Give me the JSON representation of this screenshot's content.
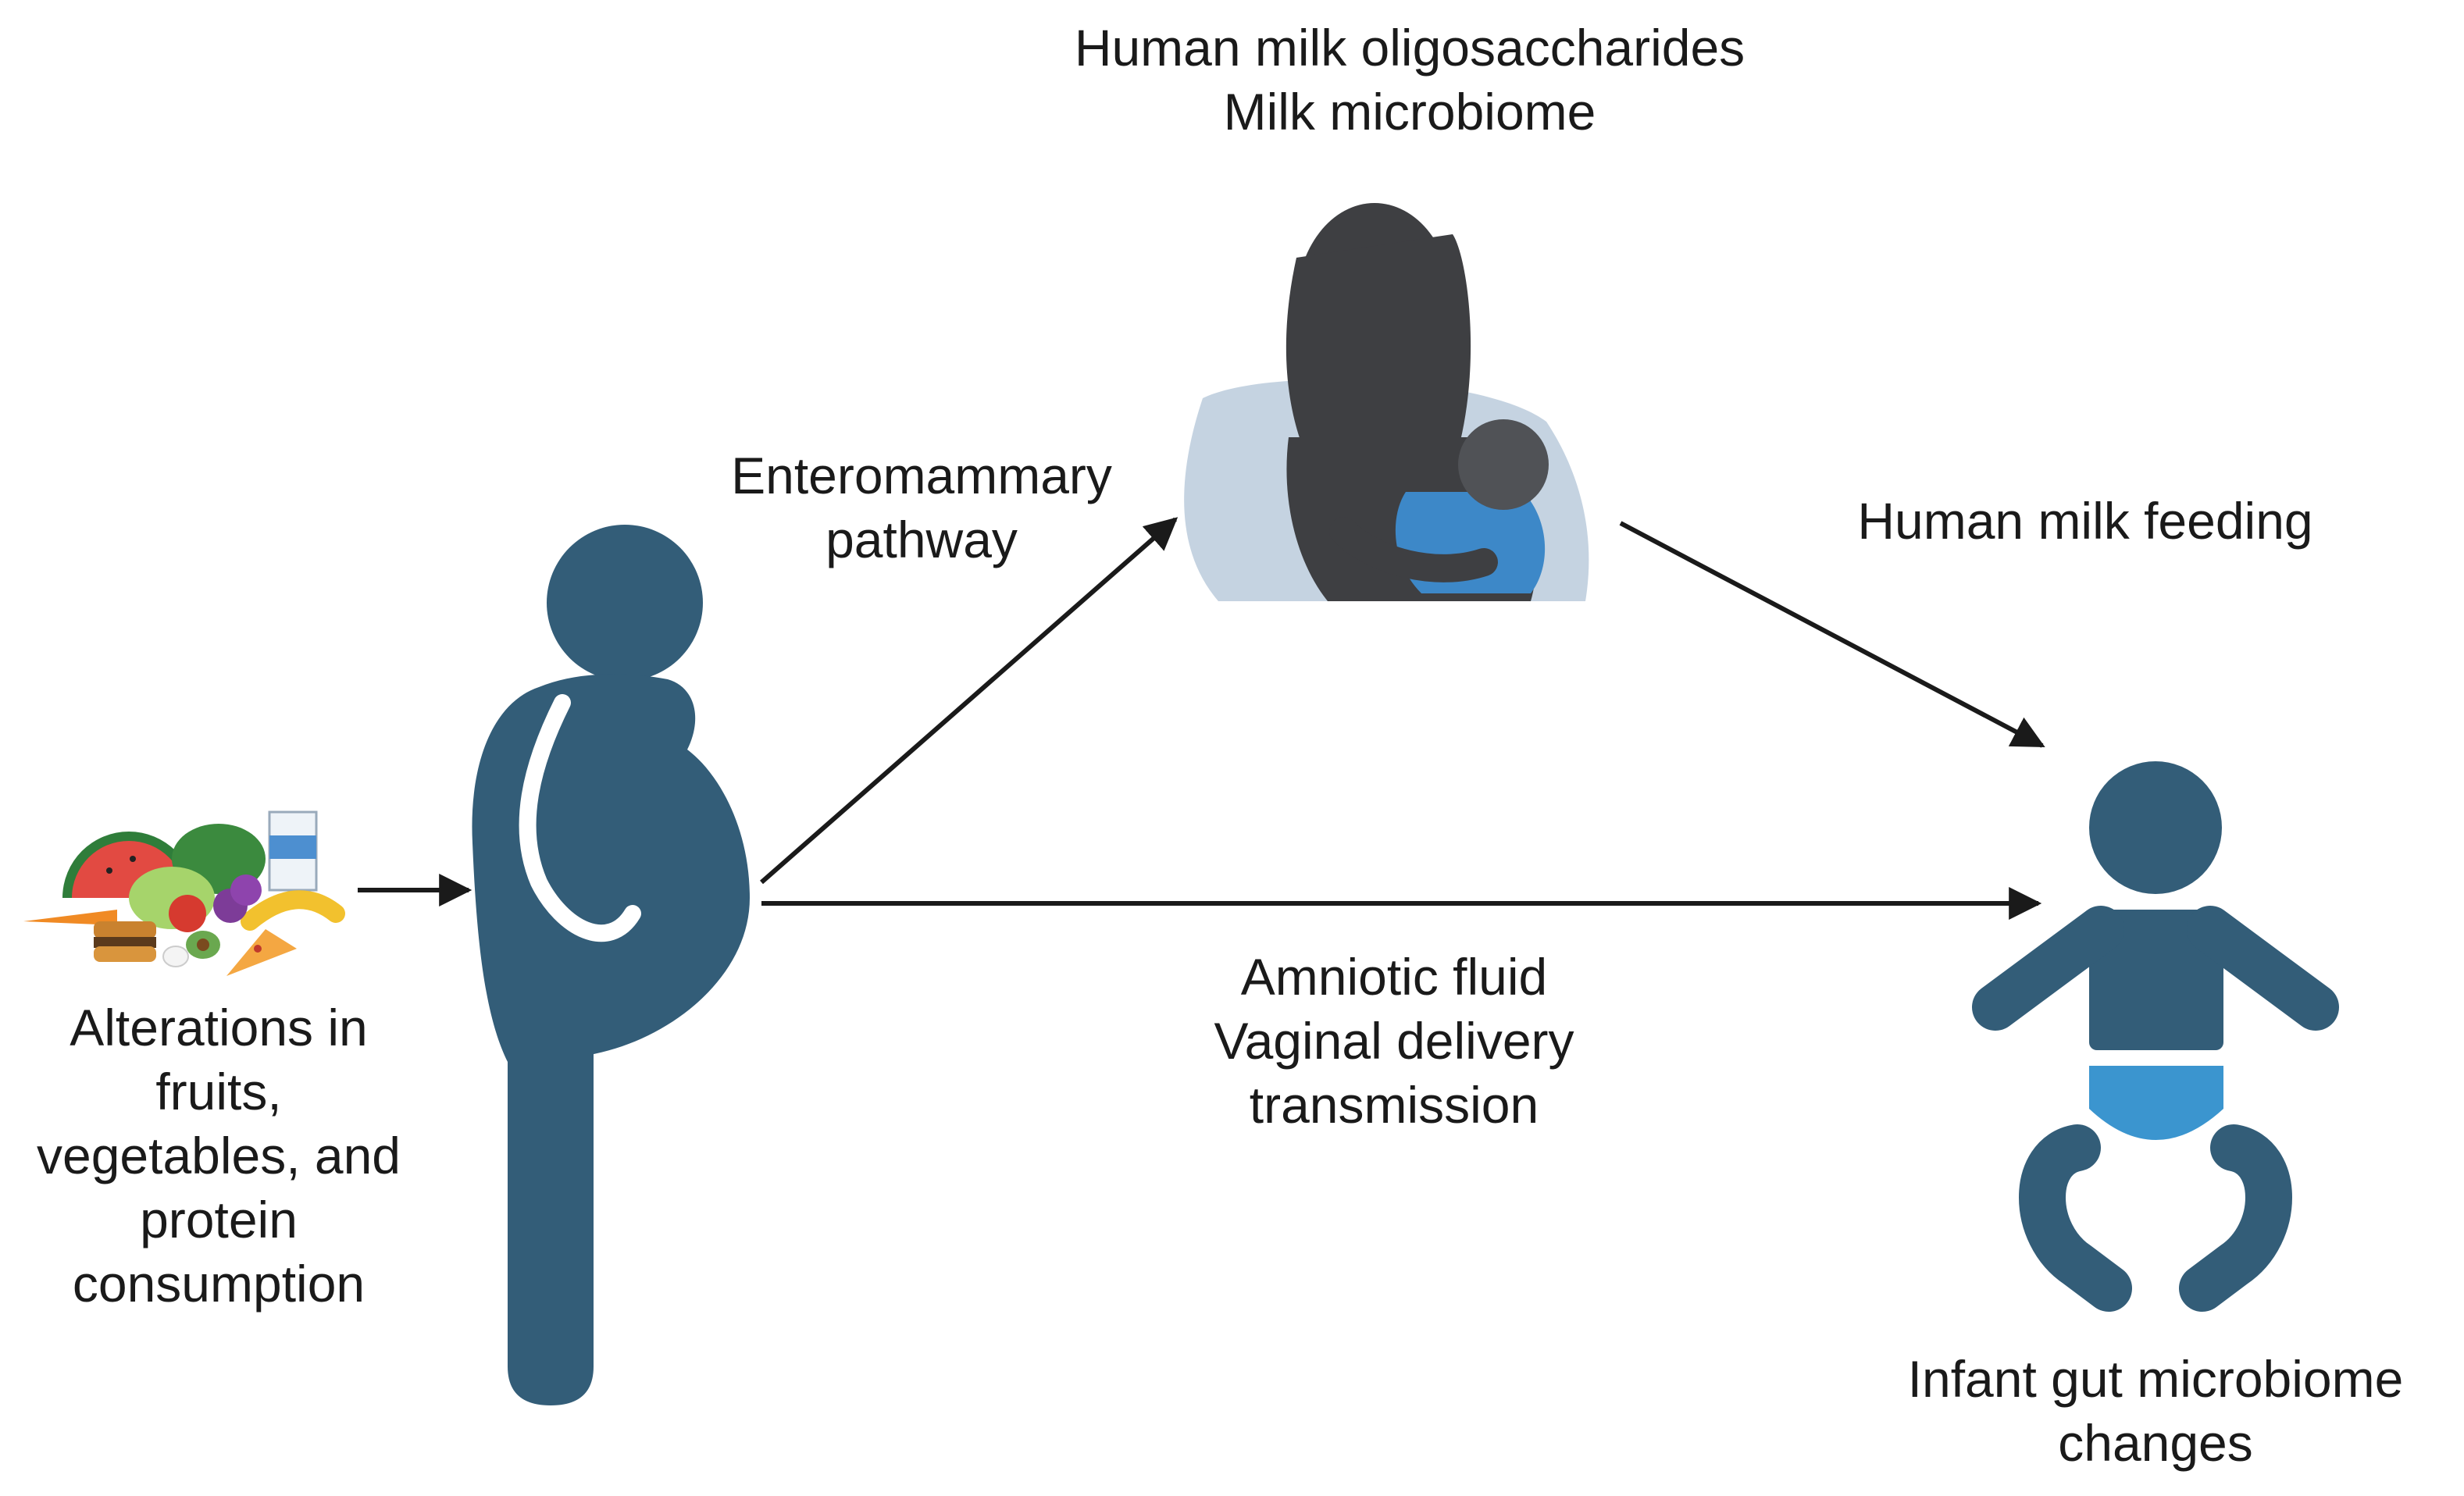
{
  "labels": {
    "milk_components": [
      "Human milk oligosaccharides",
      "Milk microbiome"
    ],
    "enteromammary": [
      "Enteromammary",
      "pathway"
    ],
    "milk_feeding": "Human milk feeding",
    "diet": [
      "Alterations in",
      "fruits,",
      "vegetables, and",
      "protein",
      "consumption"
    ],
    "direct_transmission": [
      "Amniotic fluid",
      "Vaginal delivery",
      "transmission"
    ],
    "infant_outcome": [
      "Infant gut microbiome",
      "changes"
    ]
  },
  "icons": {
    "food": "fruits-vegetables-protein-icon",
    "mother": "pregnant-woman-icon",
    "breastfeeding": "breastfeeding-mother-icon",
    "infant": "infant-icon"
  },
  "colors": {
    "figure_dark": "#335d78",
    "diaper": "#3b95cf",
    "arrow": "#1a1a1a",
    "mother_skin": "#3e3f42",
    "shawl": "#c5d3e1",
    "baby_shirt": "#3d88c8"
  }
}
